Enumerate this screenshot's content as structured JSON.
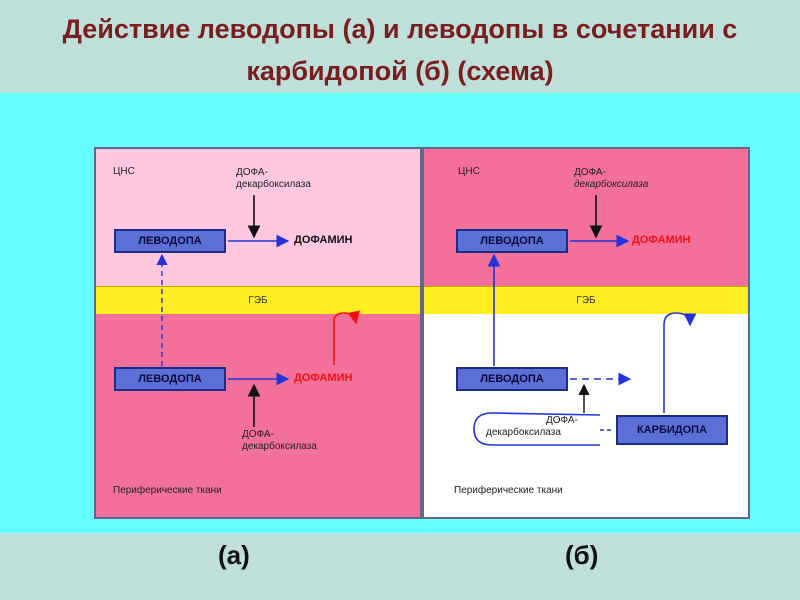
{
  "title": "Действие леводопы (а) и леводопы в сочетании с карбидопой (б) (схема)",
  "colors": {
    "pink_light": "#ffc8de",
    "pink_dark": "#f2709a",
    "white": "#ffffff",
    "gate_yellow": "#ffee22",
    "box_blue": "#5b6fd6",
    "arrow_blue": "#2233dd",
    "product_red": "#ee1111"
  },
  "panel_a": {
    "cns_label": "ЦНС",
    "enzyme_top_line1": "ДОФА-",
    "enzyme_top_line2": "декарбоксилаза",
    "drug_top": "ЛЕВОДОПА",
    "product_top": "ДОФАМИН",
    "barrier": "ГЭБ",
    "drug_bottom": "ЛЕВОДОПА",
    "product_bottom": "ДОФАМИН",
    "enzyme_bottom_line1": "ДОФА-",
    "enzyme_bottom_line2": "декарбоксилаза",
    "tissue_label": "Периферические ткани"
  },
  "panel_b": {
    "cns_label": "ЦНС",
    "enzyme_top_line1": "ДОФА-",
    "enzyme_top_line2": "декарбоксилаза",
    "drug_top": "ЛЕВОДОПА",
    "product_top": "ДОФАМИН",
    "barrier": "ГЭБ",
    "drug_bottom": "ЛЕВОДОПА",
    "inhibitor": "КАРБИДОПА",
    "enzyme_bottom_line1": "ДОФА-",
    "enzyme_bottom_line2": "декарбоксилаза",
    "tissue_label": "Периферические ткани"
  },
  "captions": {
    "a": "(а)",
    "b": "(б)"
  }
}
